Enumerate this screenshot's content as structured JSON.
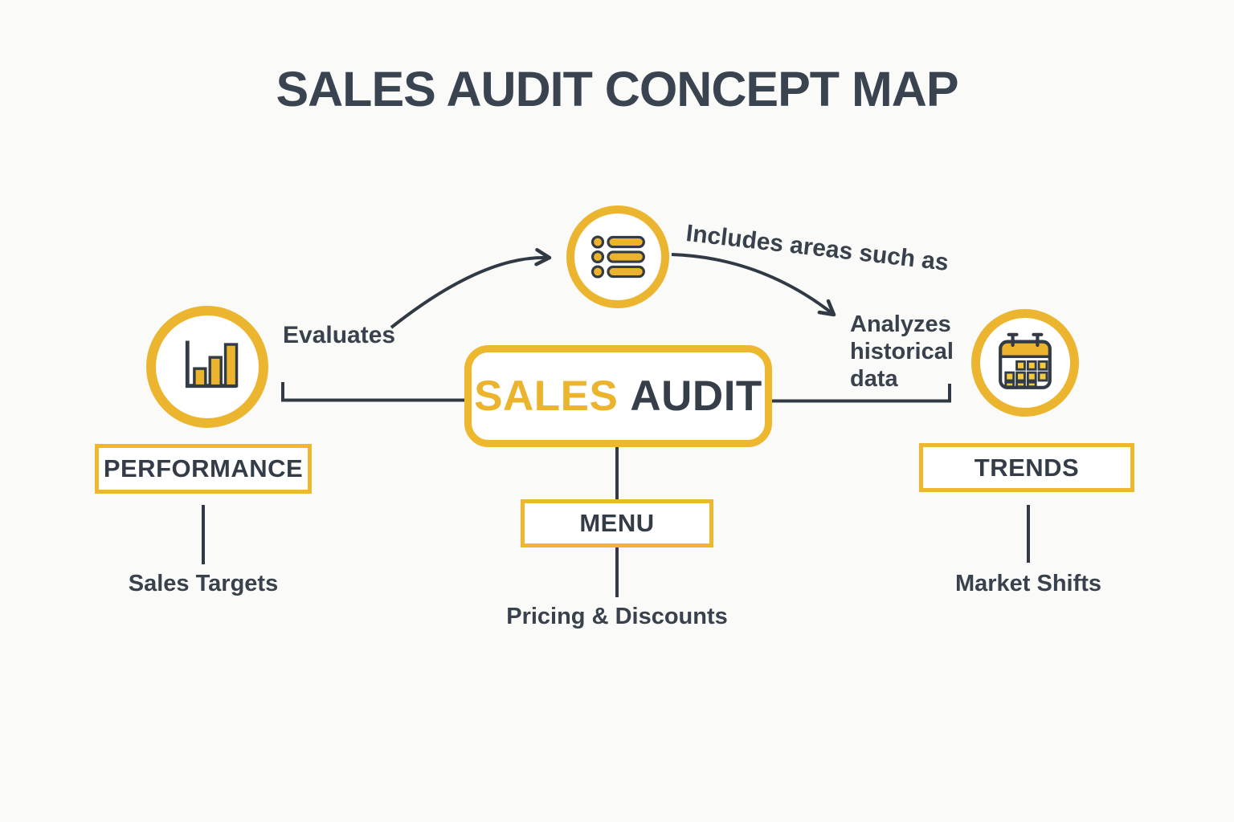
{
  "title": "SALES AUDIT CONCEPT MAP",
  "colors": {
    "accent_yellow": "#ECB52F",
    "dark_text": "#353E49",
    "title_text": "#3A4450",
    "line": "#313A44",
    "background": "#FAFAF8"
  },
  "center_node": {
    "highlight": "SALES",
    "rest": "AUDIT"
  },
  "top_node": {
    "icon": "list-icon"
  },
  "branches": {
    "performance": {
      "icon": "bar-chart-icon",
      "label": "PERFORMANCE",
      "child": "Sales Targets"
    },
    "menu": {
      "label": "MENU",
      "child": "Pricing & Discounts"
    },
    "trends": {
      "icon": "calendar-icon",
      "label": "TRENDS",
      "child": "Market Shifts"
    }
  },
  "edge_labels": {
    "evaluates": "Evaluates",
    "includes": "Includes areas such as",
    "analyzes": "Analyzes\nhistorical\ndata"
  }
}
